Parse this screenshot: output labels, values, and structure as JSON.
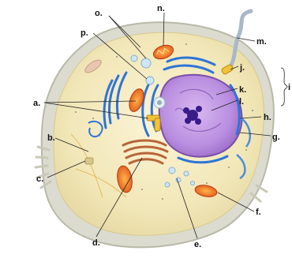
{
  "labels": {
    "a": "a.",
    "b": "b.",
    "c": "c.",
    "d": "d.",
    "e": "e.",
    "f": "f.",
    "g": "g.",
    "h": "h.",
    "i": "i",
    "j": "j.",
    "k": "k.",
    "l": "l.",
    "m": "m.",
    "n": "n.",
    "o": "o.",
    "p": "p."
  }
}
